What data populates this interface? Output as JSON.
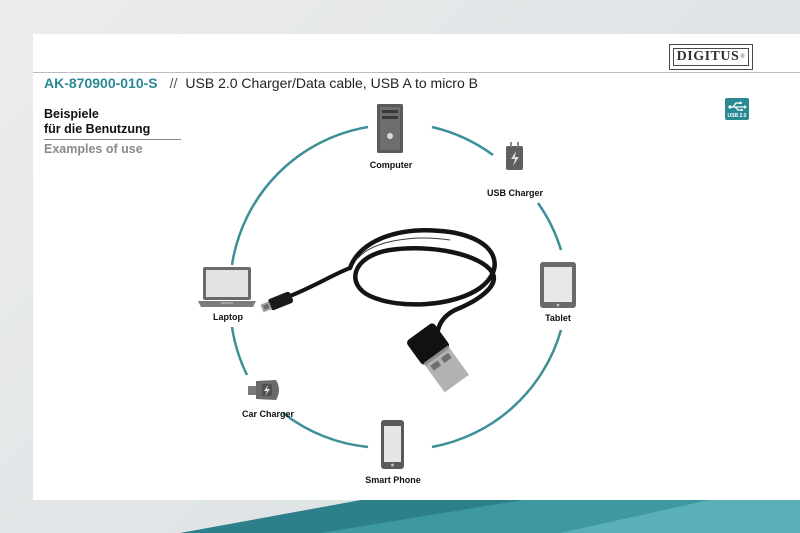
{
  "brand": {
    "logo_text": "DIGITUS",
    "registered": "®"
  },
  "header": {
    "product_code": "AK-870900-010-S",
    "separator": "//",
    "description": "USB 2.0 Charger/Data cable, USB A to micro B"
  },
  "badge": {
    "label": "USB 2.0"
  },
  "section": {
    "title_de_line1": "Beispiele",
    "title_de_line2": "für die Benutzung",
    "title_en": "Examples of use"
  },
  "devices": {
    "computer": "Computer",
    "usb_charger": "USB Charger",
    "tablet": "Tablet",
    "smart_phone": "Smart Phone",
    "car_charger": "Car Charger",
    "laptop": "Laptop"
  },
  "colors": {
    "accent": "#2a8a94",
    "ring": "#3d8f98",
    "cable": "#141414",
    "plug_metal": "#a8a8a8"
  }
}
